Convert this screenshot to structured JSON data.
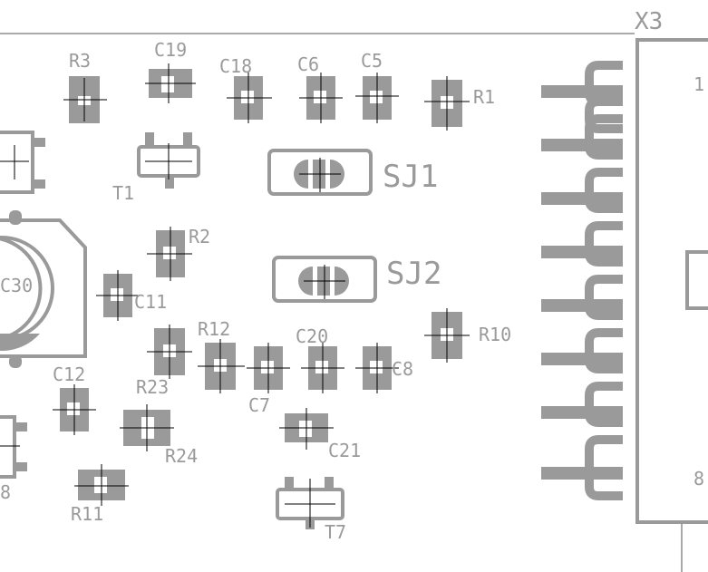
{
  "connector": {
    "name": "X3",
    "pin_first": "1",
    "pin_last": "8"
  },
  "jumpers": {
    "sj1": "SJ1",
    "sj2": "SJ2"
  },
  "capacitors": {
    "c19": "C19",
    "c18": "C18",
    "c6": "C6",
    "c5": "C5",
    "c11": "C11",
    "c12": "C12",
    "c20": "C20",
    "c7": "C7",
    "c8": "C8",
    "c21": "C21",
    "c30": "C30"
  },
  "resistors": {
    "r3": "R3",
    "r1": "R1",
    "r2": "R2",
    "r12": "R12",
    "r10": "R10",
    "r23": "R23",
    "r24": "R24",
    "r11": "R11"
  },
  "transistors": {
    "t1": "T1",
    "t7": "T7"
  },
  "partial_labels": {
    "left_edge_8": "8"
  },
  "colors": {
    "silkscreen": "#9a9a9a",
    "background": "#ffffff",
    "crosshair": "#000000"
  }
}
